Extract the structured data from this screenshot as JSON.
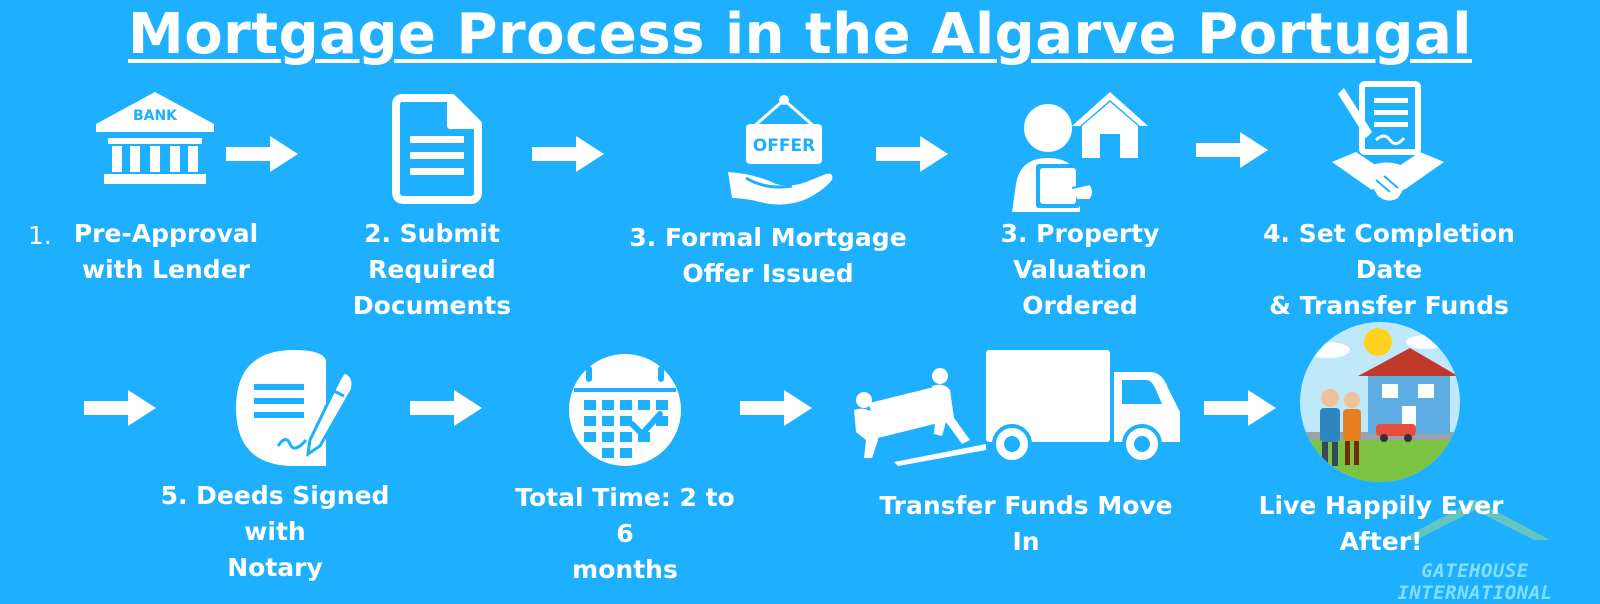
{
  "title": "Mortgage Process in the Algarve Portugal",
  "steps": [
    {
      "number": "1.",
      "text": "Pre-Approval with Lender",
      "line1": "Pre-Approval",
      "line2": "with Lender",
      "icon": "bank-icon",
      "icon_text": "BANK"
    },
    {
      "line1": "2. Submit Required",
      "line2": "Documents",
      "icon": "document-icon"
    },
    {
      "line1": "3. Formal Mortgage",
      "line2": "Offer Issued",
      "icon": "offer-sign-hand-icon",
      "icon_text": "OFFER"
    },
    {
      "line1": "3. Property Valuation",
      "line2": "Ordered",
      "icon": "valuer-house-icon"
    },
    {
      "line1": "4. Set Completion Date",
      "line2": "& Transfer Funds",
      "icon": "contract-handshake-icon"
    },
    {
      "line1": "5. Deeds Signed with",
      "line2": "Notary",
      "icon": "signed-deed-icon"
    },
    {
      "line1": "Total Time: 2 to 6",
      "line2": "months",
      "icon": "calendar-icon"
    },
    {
      "line1": "Transfer Funds Move",
      "line2": "In",
      "icon": "moving-truck-icon"
    },
    {
      "line1": "Live Happily Ever After!",
      "line2": "",
      "icon": "happy-family-house-icon"
    }
  ],
  "logo_text": "GATEHOUSE INTERNATIONAL",
  "colors": {
    "background": "#1eb0ff",
    "foreground": "#ffffff",
    "logo": "#7fe0ff"
  }
}
